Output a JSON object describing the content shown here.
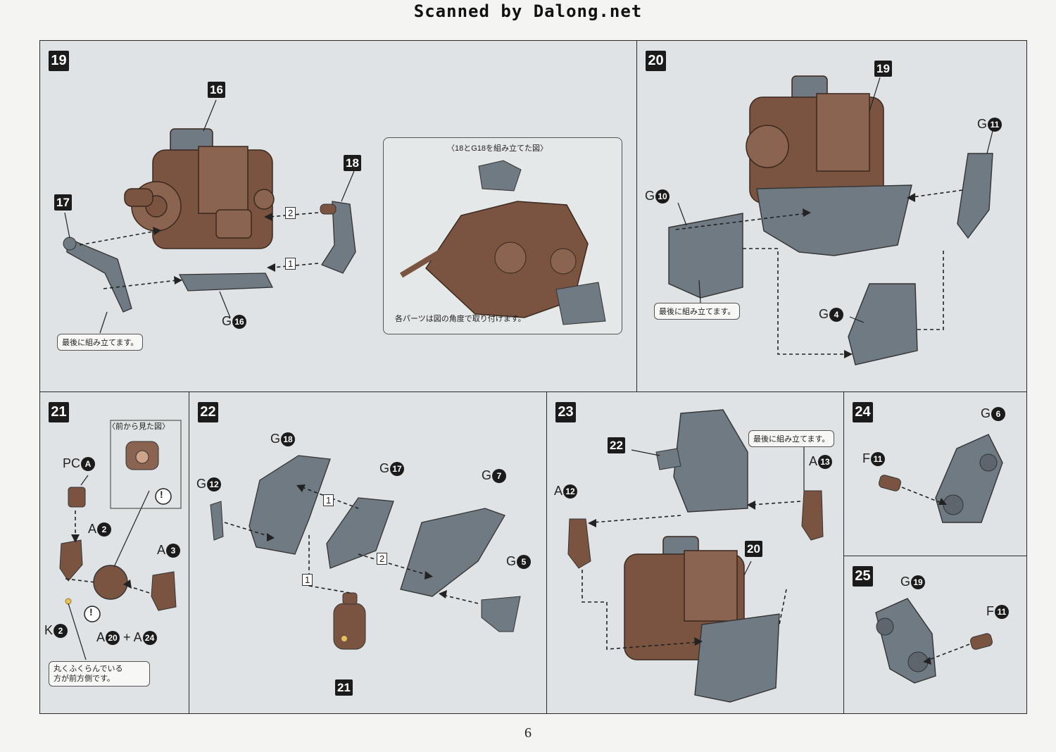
{
  "header": "Scanned by Dalong.net",
  "page_number": "6",
  "colors": {
    "brown": "#7a5440",
    "gray": "#6f7a82",
    "panel_bg": "#dfe3e5",
    "tag_bg": "#1b1b1b"
  },
  "step19": {
    "num": "19",
    "part16": "16",
    "part17": "17",
    "part18": "18",
    "g16": "G",
    "g16n": "16",
    "order1": "1",
    "order2": "2",
    "note_last": "最後に組み立てます。",
    "inset_title": "〈18とG18を組み立てた図〉",
    "inset_note": "各パーツは図の角度で取り付けます。"
  },
  "step20": {
    "num": "20",
    "part19": "19",
    "g11": "G",
    "g11n": "11",
    "g10": "G",
    "g10n": "10",
    "g4": "G",
    "g4n": "4",
    "note_last": "最後に組み立てます。"
  },
  "step21": {
    "num": "21",
    "pca": "PC",
    "pcan": "A",
    "a2": "A",
    "a2n": "2",
    "a3": "A",
    "a3n": "3",
    "k2": "K",
    "k2n": "2",
    "a20": "A",
    "a20n": "20",
    "plus": "+",
    "a24": "A",
    "a24n": "24",
    "front_view": "〈前から見た図〉",
    "note_front_line1": "丸くふくらんでいる",
    "note_front_line2": "方が前方側です。",
    "mark": "!"
  },
  "step22": {
    "num": "22",
    "g18": "G",
    "g18n": "18",
    "g17": "G",
    "g17n": "17",
    "g7": "G",
    "g7n": "7",
    "g12": "G",
    "g12n": "12",
    "g5": "G",
    "g5n": "5",
    "part21": "21",
    "order1a": "1",
    "order2": "2",
    "order1b": "1"
  },
  "step23": {
    "num": "23",
    "part22": "22",
    "part20": "20",
    "a12": "A",
    "a12n": "12",
    "a13": "A",
    "a13n": "13",
    "note_last": "最後に組み立てます。"
  },
  "step24": {
    "num": "24",
    "g6": "G",
    "g6n": "6",
    "f11": "F",
    "f11n": "11"
  },
  "step25": {
    "num": "25",
    "g19": "G",
    "g19n": "19",
    "f11": "F",
    "f11n": "11"
  }
}
